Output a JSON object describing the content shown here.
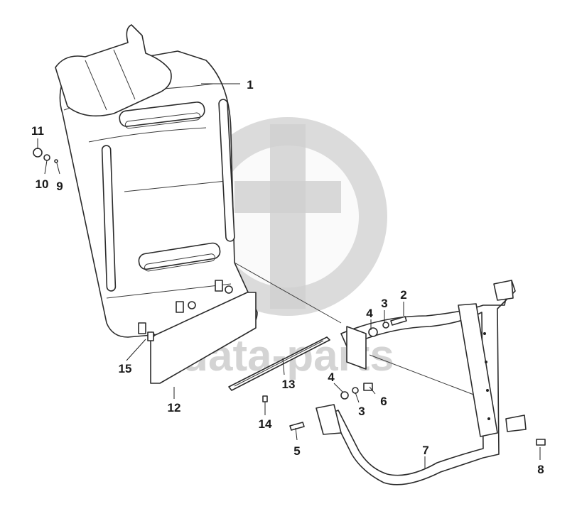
{
  "diagram": {
    "watermark_text": "data-parts",
    "callouts": [
      {
        "id": "c1",
        "label": "1"
      },
      {
        "id": "c2",
        "label": "2"
      },
      {
        "id": "c3a",
        "label": "3"
      },
      {
        "id": "c4a",
        "label": "4"
      },
      {
        "id": "c4b",
        "label": "4"
      },
      {
        "id": "c3b",
        "label": "3"
      },
      {
        "id": "c6",
        "label": "6"
      },
      {
        "id": "c5",
        "label": "5"
      },
      {
        "id": "c7",
        "label": "7"
      },
      {
        "id": "c8",
        "label": "8"
      },
      {
        "id": "c9",
        "label": "9"
      },
      {
        "id": "c10",
        "label": "10"
      },
      {
        "id": "c11",
        "label": "11"
      },
      {
        "id": "c12",
        "label": "12"
      },
      {
        "id": "c13",
        "label": "13"
      },
      {
        "id": "c14",
        "label": "14"
      },
      {
        "id": "c15",
        "label": "15"
      }
    ]
  }
}
